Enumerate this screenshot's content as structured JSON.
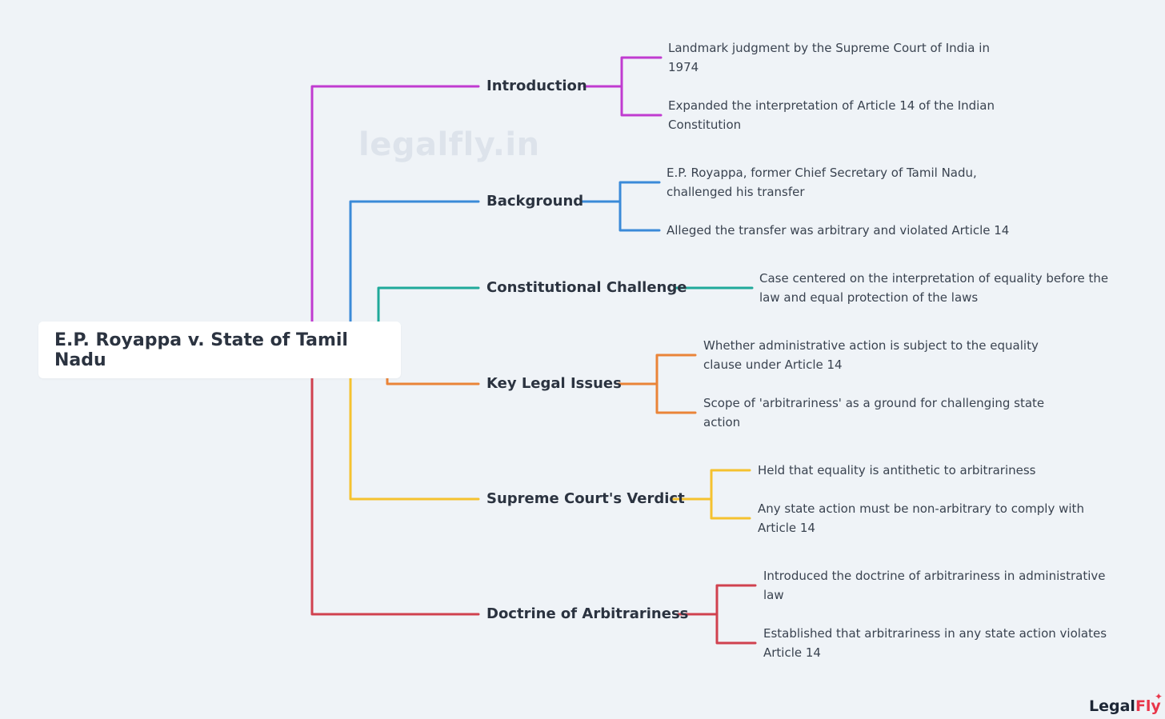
{
  "root": {
    "label": "E.P. Royappa v. State of Tamil Nadu"
  },
  "watermark": "legalfly.in",
  "logo": {
    "part1": "Legal",
    "part2": "Fly"
  },
  "colors": {
    "introduction": "#c03bd0",
    "background": "#3a8ad8",
    "constitutional": "#1fa99a",
    "key_issues": "#ea8438",
    "verdict": "#f5c22f",
    "doctrine": "#d0414f"
  },
  "branches": [
    {
      "label": "Introduction",
      "leaves": [
        "Landmark judgment by the Supreme Court of India in 1974",
        "Expanded the interpretation of Article 14 of the Indian Constitution"
      ]
    },
    {
      "label": "Background",
      "leaves": [
        "E.P. Royappa, former Chief Secretary of Tamil Nadu, challenged his transfer",
        "Alleged the transfer was arbitrary and violated Article 14"
      ]
    },
    {
      "label": "Constitutional Challenge",
      "leaves": [
        "Case centered on the interpretation of equality before the law and equal protection of the laws"
      ]
    },
    {
      "label": "Key Legal Issues",
      "leaves": [
        "Whether administrative action is subject to the equality clause under Article 14",
        "Scope of 'arbitrariness' as a ground for challenging state action"
      ]
    },
    {
      "label": "Supreme Court's Verdict",
      "leaves": [
        "Held that equality is antithetic to arbitrariness",
        "Any state action must be non-arbitrary to comply with Article 14"
      ]
    },
    {
      "label": "Doctrine of Arbitrariness",
      "leaves": [
        "Introduced the doctrine of arbitrariness in administrative law",
        "Established that arbitrariness in any state action violates Article 14"
      ]
    }
  ]
}
